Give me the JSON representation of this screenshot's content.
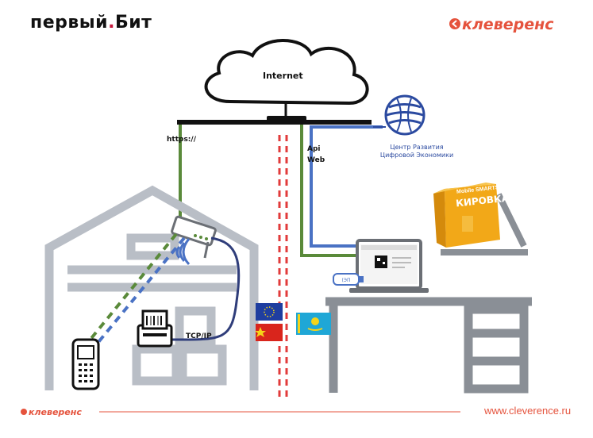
{
  "branding": {
    "left_logo_text": "первый",
    "left_logo_text_b": "Бит",
    "right_logo_text": "клеверенс",
    "footer_logo_text": "клеверенс",
    "footer_url": "www.cleverence.ru",
    "accent_color": "#e5533d",
    "left_logo_dot_color": "#c4163b"
  },
  "diagram": {
    "internet_label": "Internet",
    "https_label": "https://",
    "api_label": "Api",
    "web_label": "Web",
    "tcpip_label": "TCP/IP",
    "cdez_line1": "Центр Развития",
    "cdez_line2": "Цифровой Экономики",
    "product_box_line1": "Mobile SMARTS",
    "product_box_line2": "КИРОВКА",
    "colors": {
      "green_link": "#5a8a3a",
      "blue_link": "#4a72c4",
      "red_border": "#e23b3b",
      "building": "#b9bec6",
      "desk": "#8a8f96"
    },
    "flags": [
      "eu-flag",
      "china-flag",
      "kazakhstan-flag"
    ]
  }
}
